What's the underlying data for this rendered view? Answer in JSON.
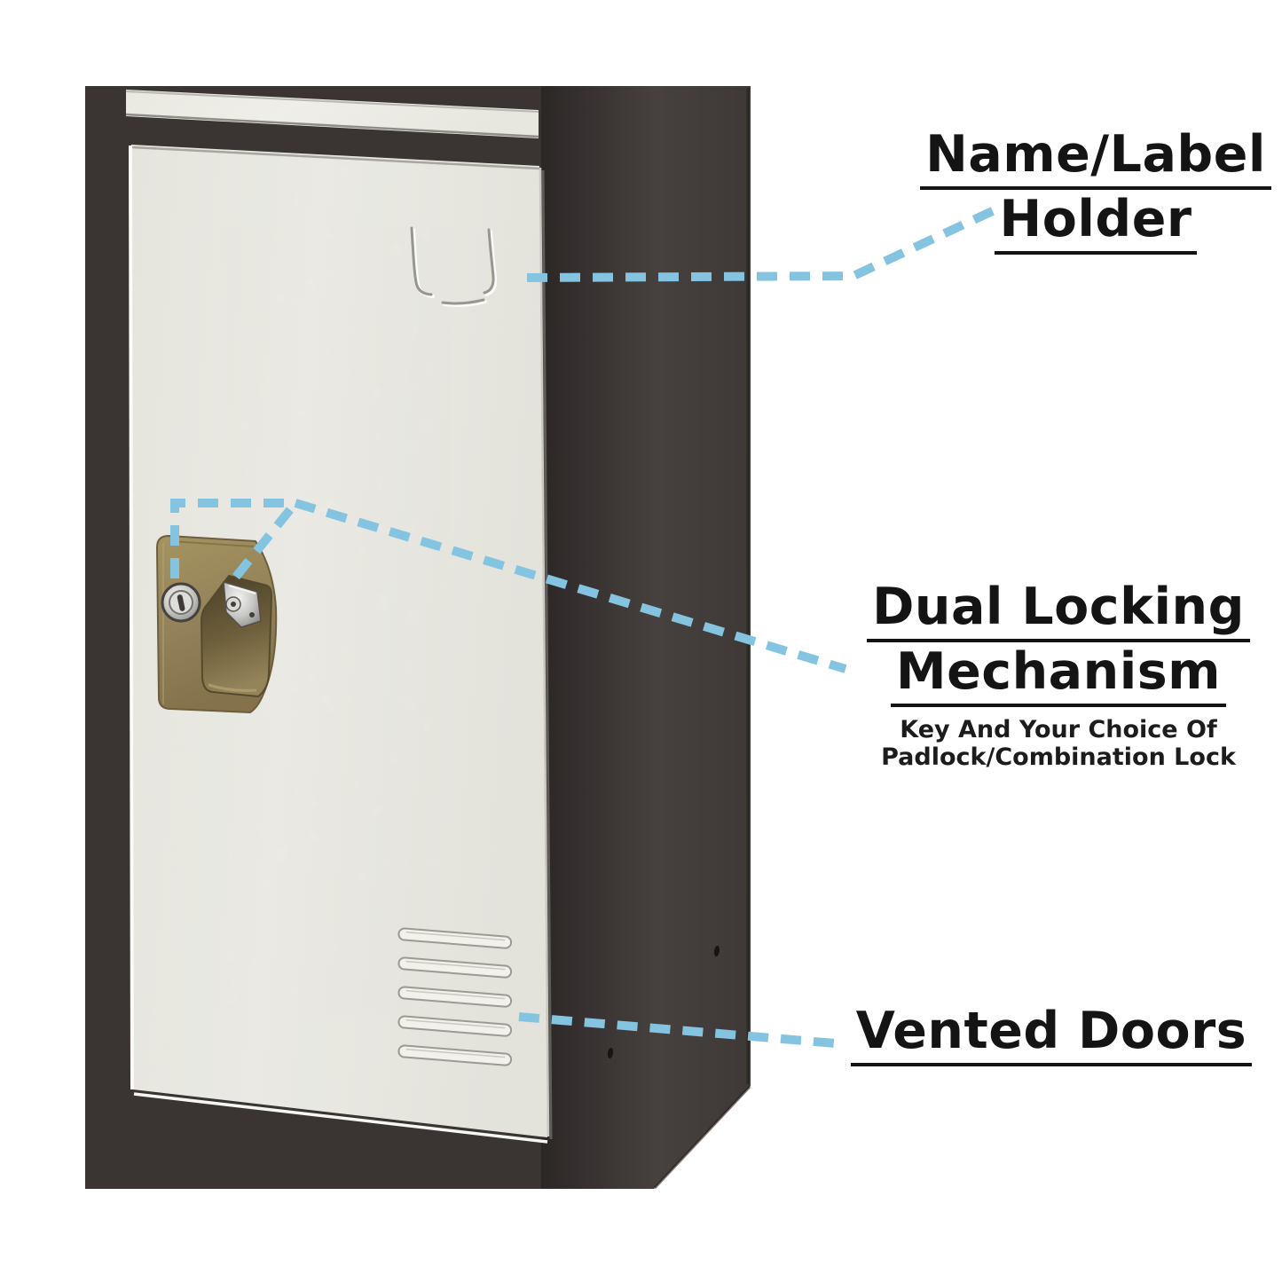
{
  "colors": {
    "leader_line": "#84c4e1",
    "heading_text": "#141414",
    "locker_frame": "#3a3432",
    "locker_door": "#ebeae3",
    "lock_plate": "#96855a"
  },
  "annotations": {
    "label_holder": {
      "title_line1": "Name/Label",
      "title_line2": "Holder"
    },
    "dual_locking": {
      "title_line1": "Dual Locking",
      "title_line2": "Mechanism",
      "subtitle_line1": "Key And Your Choice Of",
      "subtitle_line2": "Padlock/Combination Lock"
    },
    "vented_doors": {
      "title_line1": "Vented Doors"
    }
  }
}
